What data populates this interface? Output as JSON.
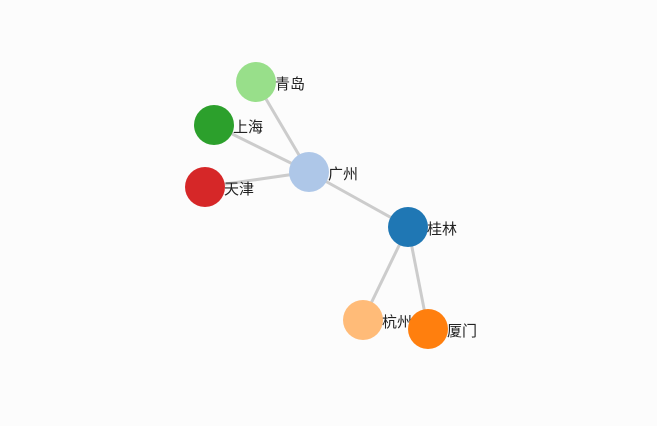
{
  "graph": {
    "nodes": [
      {
        "id": "guangzhou",
        "label": "广州",
        "color": "#aec7e8"
      },
      {
        "id": "qingdao",
        "label": "青岛",
        "color": "#98df8a"
      },
      {
        "id": "shanghai",
        "label": "上海",
        "color": "#2ca02c"
      },
      {
        "id": "tianjin",
        "label": "天津",
        "color": "#d62728"
      },
      {
        "id": "guilin",
        "label": "桂林",
        "color": "#1f77b4"
      },
      {
        "id": "hangzhou",
        "label": "杭州",
        "color": "#ffbb78"
      },
      {
        "id": "xiamen",
        "label": "厦门",
        "color": "#ff7f0e"
      }
    ],
    "links": [
      {
        "source": "guangzhou",
        "target": "qingdao"
      },
      {
        "source": "guangzhou",
        "target": "shanghai"
      },
      {
        "source": "guangzhou",
        "target": "tianjin"
      },
      {
        "source": "guangzhou",
        "target": "guilin"
      },
      {
        "source": "guilin",
        "target": "hangzhou"
      },
      {
        "source": "guilin",
        "target": "xiamen"
      }
    ]
  }
}
